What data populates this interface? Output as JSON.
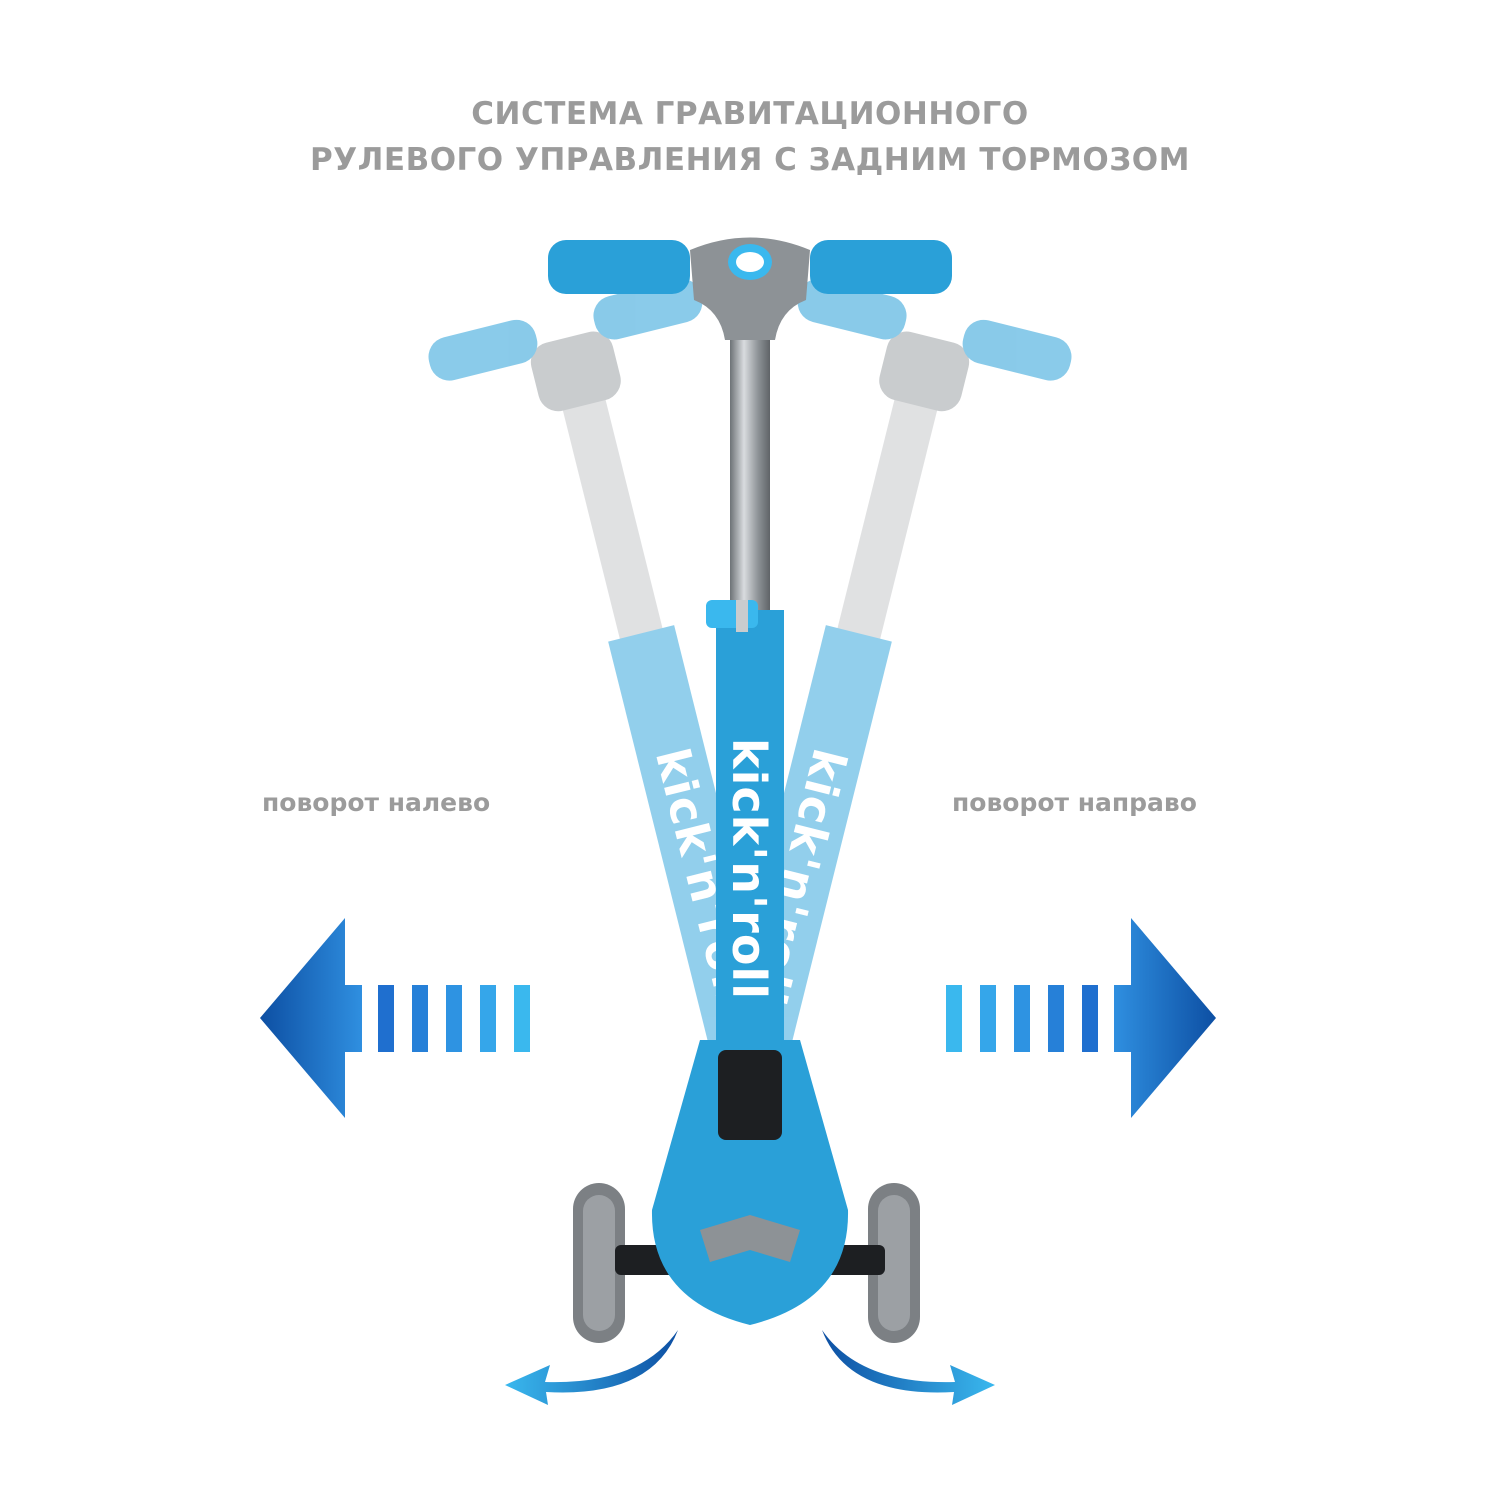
{
  "title": {
    "line1": "СИСТЕМА ГРАВИТАЦИОННОГО",
    "line2": "РУЛЕВОГО УПРАВЛЕНИЯ  С ЗАДНИМ ТОРМОЗОМ"
  },
  "labels": {
    "left": "поворот налево",
    "right": "поворот направо"
  },
  "brand": "kick'n'roll",
  "colors": {
    "text_gray": "#9b9b9b",
    "scooter_blue": "#2aa0d8",
    "arrow_dark": "#0d4fa3",
    "arrow_light": "#3ab8ee",
    "handle_gray": "#8d9296"
  },
  "icons": {
    "left_arrow": "left-arrow-icon",
    "right_arrow": "right-arrow-icon",
    "rotate_left": "curved-arrow-left-icon",
    "rotate_right": "curved-arrow-right-icon"
  }
}
